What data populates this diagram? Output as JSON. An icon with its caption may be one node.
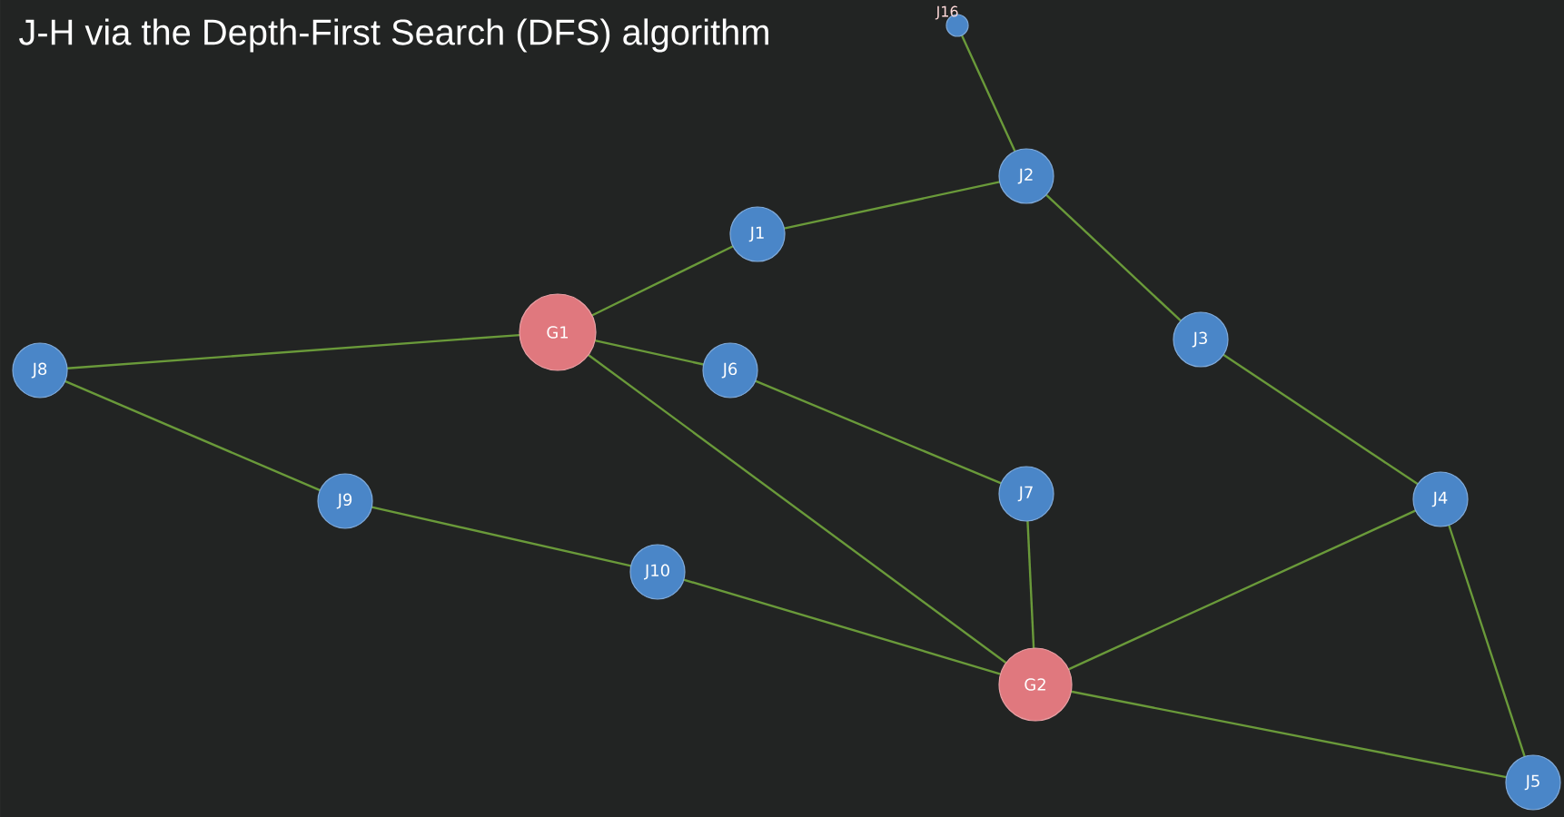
{
  "diagram": {
    "title": "J-H via the Depth-First Search (DFS) algorithm",
    "nodes": [
      {
        "text": [],
        "shape": "circle",
        "beside": [
          "J16"
        ]
      },
      {
        "text": [
          "J2"
        ]
      },
      {
        "text": [
          "J1"
        ]
      },
      {
        "text": [
          "G1"
        ]
      },
      {
        "text": [
          "J3"
        ]
      },
      {
        "text": [
          "J8"
        ]
      },
      {
        "text": [
          "J6"
        ]
      },
      {
        "text": [
          "J7"
        ]
      },
      {
        "text": [
          "J9"
        ]
      },
      {
        "text": [
          "J4"
        ]
      },
      {
        "text": [
          "J10"
        ]
      },
      {
        "text": [
          "G2"
        ]
      },
      {
        "text": [
          "J5"
        ]
      }
    ],
    "edges": [
      {
        "from": 0,
        "to": 1,
        "arrow": "none"
      },
      {
        "from": 1,
        "to": 2,
        "arrow": "none"
      },
      {
        "from": 2,
        "to": 3,
        "arrow": "none"
      },
      {
        "from": 1,
        "to": 4,
        "arrow": "none"
      },
      {
        "from": 4,
        "to": 9,
        "arrow": "none"
      },
      {
        "from": 5,
        "to": 3,
        "arrow": "none"
      },
      {
        "from": 3,
        "to": 6,
        "arrow": "none"
      },
      {
        "from": 6,
        "to": 7,
        "arrow": "none"
      },
      {
        "from": 3,
        "to": 11,
        "arrow": "none"
      },
      {
        "from": 7,
        "to": 11,
        "arrow": "none"
      },
      {
        "from": 5,
        "to": 8,
        "arrow": "none"
      },
      {
        "from": 8,
        "to": 10,
        "arrow": "none"
      },
      {
        "from": 10,
        "to": 11,
        "arrow": "none"
      },
      {
        "from": 11,
        "to": 9,
        "arrow": "none"
      },
      {
        "from": 9,
        "to": 12,
        "arrow": "none"
      },
      {
        "from": 11,
        "to": 12,
        "arrow": "none"
      }
    ]
  }
}
